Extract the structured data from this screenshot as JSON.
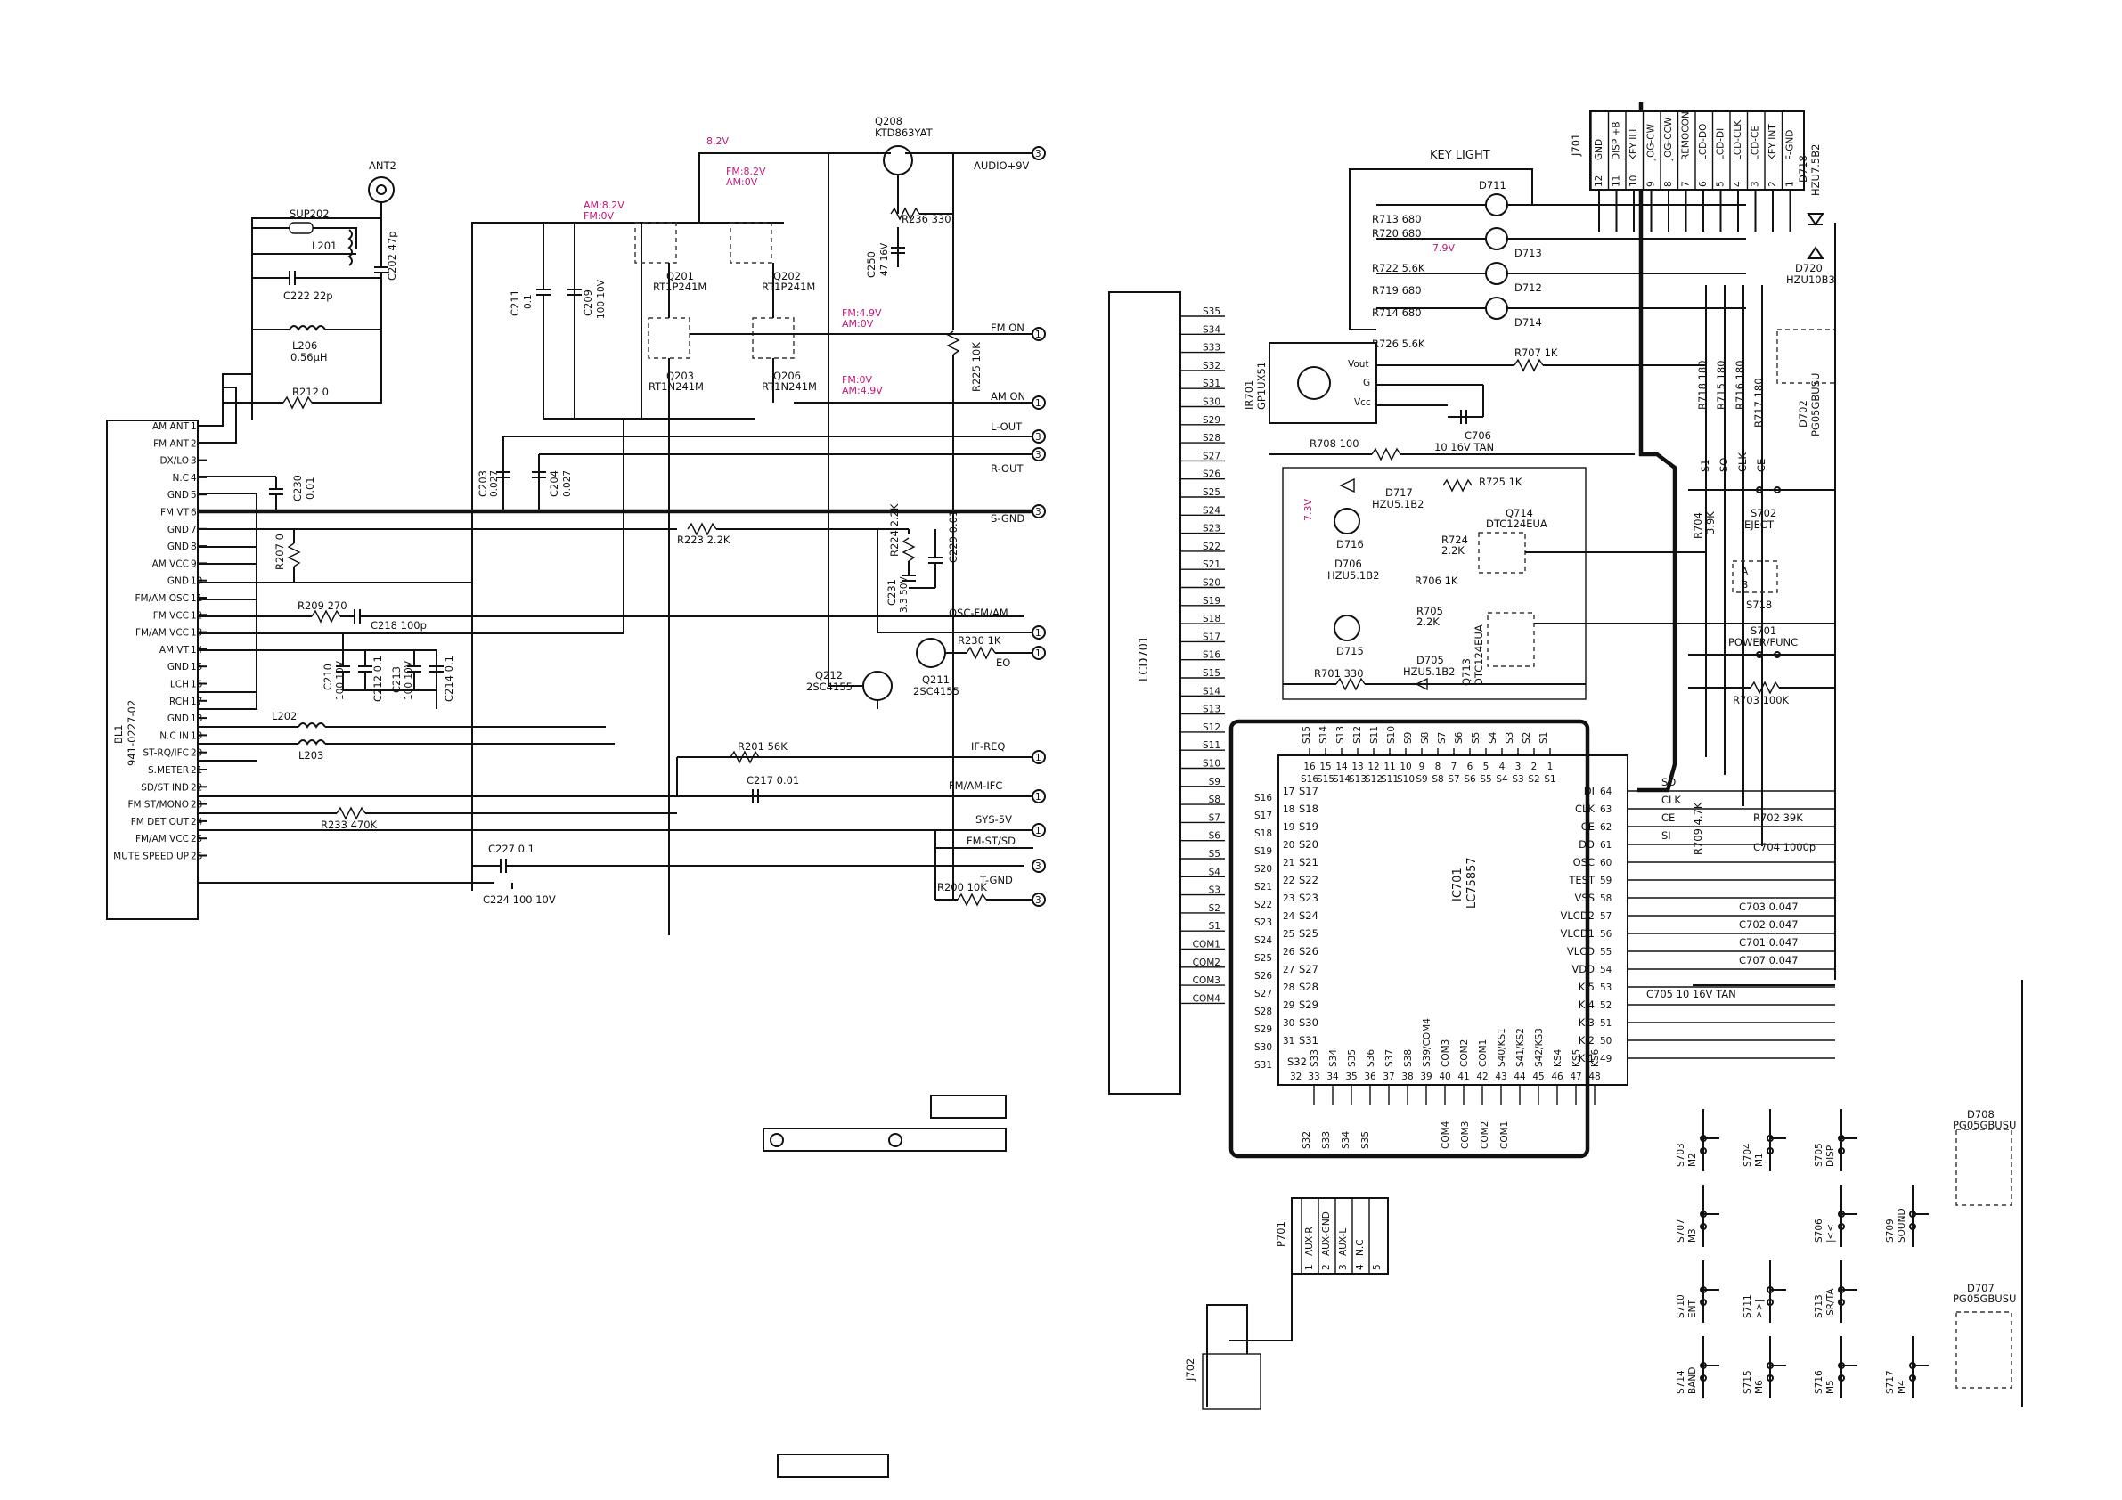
{
  "colors": {
    "ink": "#111111",
    "paper": "#ffffff",
    "voltage_note": "#c0187a"
  },
  "tuner": {
    "module_ref": "BL1",
    "module_part": "941-0227-02",
    "antenna": "ANT2",
    "pins": [
      {
        "n": "1",
        "label": "AM ANT"
      },
      {
        "n": "2",
        "label": "FM ANT"
      },
      {
        "n": "3",
        "label": "DX/LO"
      },
      {
        "n": "4",
        "label": "N.C"
      },
      {
        "n": "5",
        "label": "GND"
      },
      {
        "n": "6",
        "label": "FM VT"
      },
      {
        "n": "7",
        "label": "GND"
      },
      {
        "n": "8",
        "label": "GND"
      },
      {
        "n": "9",
        "label": "AM VCC"
      },
      {
        "n": "10",
        "label": "GND"
      },
      {
        "n": "11",
        "label": "FM/AM OSC"
      },
      {
        "n": "12",
        "label": "FM VCC"
      },
      {
        "n": "13",
        "label": "FM/AM VCC"
      },
      {
        "n": "14",
        "label": "AM VT"
      },
      {
        "n": "15",
        "label": "GND"
      },
      {
        "n": "16",
        "label": "LCH"
      },
      {
        "n": "17",
        "label": "RCH"
      },
      {
        "n": "18",
        "label": "GND"
      },
      {
        "n": "19",
        "label": "N.C IN"
      },
      {
        "n": "20",
        "label": "ST-RQ/IFC"
      },
      {
        "n": "21",
        "label": "S.METER"
      },
      {
        "n": "22",
        "label": "SD/ST IND"
      },
      {
        "n": "23",
        "label": "FM ST/MONO"
      },
      {
        "n": "24",
        "label": "FM DET OUT"
      },
      {
        "n": "25",
        "label": "FM/AM VCC"
      },
      {
        "n": "26",
        "label": "MUTE SPEED UP"
      }
    ]
  },
  "parts": {
    "SUP202": "SUP202",
    "L201": "L201",
    "C222": "C222 22p",
    "C202": "C202 47p",
    "L206": "L206",
    "L206v": "0.56μH",
    "R212": "R212 0",
    "C230": "C230",
    "C230v": "0.01",
    "R207": "R207 0",
    "R209": "R209 270",
    "C218": "C218 100p",
    "C210": "C210",
    "C210v": "100 10V",
    "C212": "C212 0.1",
    "C213": "C213",
    "C213v": "100 10V",
    "C214": "C214 0.1",
    "L202": "L202",
    "L203": "L203",
    "R233": "R233 470K",
    "C211": "C211",
    "C211v": "0.1",
    "C209": "C209",
    "C209v": "100 10V",
    "C203": "C203",
    "C203v": "0.027",
    "C204": "C204",
    "C204v": "0.027",
    "R223": "R223 2.2K",
    "Q201": "Q201",
    "Q201p": "RT1P241M",
    "Q202": "Q202",
    "Q202p": "RT1P241M",
    "Q203": "Q203",
    "Q203p": "RT1N241M",
    "Q206": "Q206",
    "Q206p": "RT1N241M",
    "Q208": "Q208",
    "Q208p": "KTD863YAT",
    "R236": "R236 330",
    "C250": "C250",
    "C250v": "47 16V",
    "R225": "R225 10K",
    "R224": "R224 2.2K",
    "C229": "C229 0.01",
    "C231": "C231",
    "C231v": "3.3 50V",
    "R230": "R230 1K",
    "Q212": "Q212",
    "Q212p": "2SC4155",
    "Q211": "Q211",
    "Q211p": "2SC4155",
    "R201": "R201 56K",
    "C217": "C217 0.01",
    "C227": "C227 0.1",
    "C224": "C224 100 10V",
    "R200": "R200 10K"
  },
  "voltage_notes": {
    "v1": "8.2V",
    "v2a": "AM:8.2V",
    "v2b": "FM:0V",
    "v3a": "FM:8.2V",
    "v3b": "AM:0V",
    "v4a": "FM:4.9V",
    "v4b": "AM:0V",
    "v5a": "FM:0V",
    "v5b": "AM:4.9V",
    "v6": "7.9V",
    "v7": "7.3V"
  },
  "outputs": [
    {
      "label": "AUDIO+9V",
      "n": "3"
    },
    {
      "label": "FM ON",
      "n": "1"
    },
    {
      "label": "AM ON",
      "n": "1"
    },
    {
      "label": "L-OUT",
      "n": "3"
    },
    {
      "label": "R-OUT",
      "n": "3"
    },
    {
      "label": "S-GND",
      "n": "3"
    },
    {
      "label": "OSC-FM/AM",
      "n": "1"
    },
    {
      "label": "EO",
      "n": "1"
    },
    {
      "label": "IF-REQ",
      "n": "1"
    },
    {
      "label": "FM/AM-IFC",
      "n": "1"
    },
    {
      "label": "SYS-5V",
      "n": "1"
    },
    {
      "label": "FM-ST/SD",
      "n": "3"
    },
    {
      "label": "T-GND",
      "n": "3"
    },
    {
      "label": "",
      "n": "3"
    }
  ],
  "lcd": {
    "ref": "LCD701",
    "pins": [
      "S35",
      "S34",
      "S33",
      "S32",
      "S31",
      "S30",
      "S29",
      "S28",
      "S27",
      "S26",
      "S25",
      "S24",
      "S23",
      "S22",
      "S21",
      "S20",
      "S19",
      "S18",
      "S17",
      "S16",
      "S15",
      "S14",
      "S13",
      "S12",
      "S11",
      "S10",
      "S9",
      "S8",
      "S7",
      "S6",
      "S5",
      "S4",
      "S3",
      "S2",
      "S1",
      "COM1",
      "COM2",
      "COM3",
      "COM4"
    ]
  },
  "ic": {
    "ref": "IC701",
    "part": "LC75857",
    "top_labels": [
      "S15",
      "S14",
      "S13",
      "S12",
      "S11",
      "S10",
      "S9",
      "S8",
      "S7",
      "S6",
      "S5",
      "S4",
      "S3",
      "S2",
      "S1"
    ],
    "top_rows": [
      {
        "pin": "16",
        "sig": "S16"
      },
      {
        "pin": "15",
        "sig": "S15"
      },
      {
        "pin": "14",
        "sig": "S14"
      },
      {
        "pin": "13",
        "sig": "S13"
      },
      {
        "pin": "12",
        "sig": "S12"
      },
      {
        "pin": "11",
        "sig": "S11"
      },
      {
        "pin": "10",
        "sig": "S10"
      },
      {
        "pin": "9",
        "sig": "S9"
      },
      {
        "pin": "8",
        "sig": "S8"
      },
      {
        "pin": "7",
        "sig": "S7"
      },
      {
        "pin": "6",
        "sig": "S6"
      },
      {
        "pin": "5",
        "sig": "S5"
      },
      {
        "pin": "4",
        "sig": "S4"
      },
      {
        "pin": "3",
        "sig": "S3"
      },
      {
        "pin": "2",
        "sig": "S2"
      },
      {
        "pin": "1",
        "sig": "S1"
      }
    ],
    "left_outer": [
      "S16",
      "S17",
      "S18",
      "S19",
      "S20",
      "S21",
      "S22",
      "S23",
      "S24",
      "S25",
      "S26",
      "S27",
      "S28",
      "S29",
      "S30",
      "S31"
    ],
    "left_rows": [
      {
        "pin": "17",
        "sig": "S17"
      },
      {
        "pin": "18",
        "sig": "S18"
      },
      {
        "pin": "19",
        "sig": "S19"
      },
      {
        "pin": "20",
        "sig": "S20"
      },
      {
        "pin": "21",
        "sig": "S21"
      },
      {
        "pin": "22",
        "sig": "S22"
      },
      {
        "pin": "23",
        "sig": "S23"
      },
      {
        "pin": "24",
        "sig": "S24"
      },
      {
        "pin": "25",
        "sig": "S25"
      },
      {
        "pin": "26",
        "sig": "S26"
      },
      {
        "pin": "27",
        "sig": "S27"
      },
      {
        "pin": "28",
        "sig": "S28"
      },
      {
        "pin": "29",
        "sig": "S29"
      },
      {
        "pin": "30",
        "sig": "S30"
      },
      {
        "pin": "31",
        "sig": "S31"
      }
    ],
    "right_rows": [
      {
        "pin": "64",
        "sig": "DI"
      },
      {
        "pin": "63",
        "sig": "CLK"
      },
      {
        "pin": "62",
        "sig": "CE"
      },
      {
        "pin": "61",
        "sig": "DO"
      },
      {
        "pin": "60",
        "sig": "OSC"
      },
      {
        "pin": "59",
        "sig": "TEST"
      },
      {
        "pin": "58",
        "sig": "VSS"
      },
      {
        "pin": "57",
        "sig": "VLCD2"
      },
      {
        "pin": "56",
        "sig": "VLCD1"
      },
      {
        "pin": "55",
        "sig": "VLCD"
      },
      {
        "pin": "54",
        "sig": "VDD"
      },
      {
        "pin": "53",
        "sig": "KI5"
      },
      {
        "pin": "52",
        "sig": "KI4"
      },
      {
        "pin": "51",
        "sig": "KI3"
      },
      {
        "pin": "50",
        "sig": "KI2"
      },
      {
        "pin": "49",
        "sig": "KI1"
      }
    ],
    "bottom_rows": [
      {
        "pin": "33",
        "sig": "S33"
      },
      {
        "pin": "34",
        "sig": "S34"
      },
      {
        "pin": "35",
        "sig": "S35"
      },
      {
        "pin": "36",
        "sig": "S36"
      },
      {
        "pin": "37",
        "sig": "S37"
      },
      {
        "pin": "38",
        "sig": "S38"
      },
      {
        "pin": "39",
        "sig": "S39/COM4"
      },
      {
        "pin": "40",
        "sig": "COM3"
      },
      {
        "pin": "41",
        "sig": "COM2"
      },
      {
        "pin": "42",
        "sig": "COM1"
      },
      {
        "pin": "43",
        "sig": "S40/KS1"
      },
      {
        "pin": "44",
        "sig": "S41/KS2"
      },
      {
        "pin": "45",
        "sig": "S42/KS3"
      },
      {
        "pin": "46",
        "sig": "KS4"
      },
      {
        "pin": "47",
        "sig": "KS5"
      },
      {
        "pin": "48",
        "sig": "KS6"
      }
    ],
    "pin32": "32",
    "pin32sig": "S32",
    "bottom_outer": [
      "S32",
      "S33",
      "S34",
      "S35",
      "COM4",
      "COM3",
      "COM2",
      "COM1"
    ],
    "bus": [
      "SO",
      "CLK",
      "CE",
      "SI"
    ]
  },
  "j701": {
    "ref": "J701",
    "pins": [
      {
        "n": "12",
        "label": "GND"
      },
      {
        "n": "11",
        "label": "DISP +B"
      },
      {
        "n": "10",
        "label": "KEY ILL"
      },
      {
        "n": "9",
        "label": "JOG-CW"
      },
      {
        "n": "8",
        "label": "JOG-CCW"
      },
      {
        "n": "7",
        "label": "REMOCON"
      },
      {
        "n": "6",
        "label": "LCD-DO"
      },
      {
        "n": "5",
        "label": "LCD-DI"
      },
      {
        "n": "4",
        "label": "LCD-CLK"
      },
      {
        "n": "3",
        "label": "LCD-CE"
      },
      {
        "n": "2",
        "label": "KEY INT"
      },
      {
        "n": "1",
        "label": "F-GND"
      }
    ]
  },
  "key_light": {
    "title": "KEY LIGHT",
    "parts": {
      "R713": "R713 680",
      "R720": "R720 680",
      "R722": "R722 5.6K",
      "R719": "R719 680",
      "R714": "R714 680",
      "R726": "R726 5.6K",
      "D711": "D711",
      "D713": "D713",
      "D712": "D712",
      "D714": "D714"
    }
  },
  "display_parts": {
    "IR701": "IR701",
    "IR701p": "GP1UX51",
    "vout": "Vout",
    "g": "G",
    "vcc": "Vcc",
    "R707": "R707 1K",
    "C706": "C706",
    "C706v": "10 16V TAN",
    "R708": "R708 100",
    "D717": "D717",
    "D717p": "HZU5.1B2",
    "R725": "R725 1K",
    "Q714": "Q714",
    "Q714p": "DTC124EUA",
    "D716": "D716",
    "R724": "R724",
    "R724v": "2.2K",
    "D706": "D706",
    "D706p": "HZU5.1B2",
    "R706": "R706 1K",
    "R705": "R705",
    "R705v": "2.2K",
    "Q713": "Q713",
    "Q713p": "DTC124EUA",
    "D715": "D715",
    "D705": "D705",
    "D705p": "HZU5.1B2",
    "R701": "R701 330",
    "D718": "D718",
    "D718p": "HZU7.5B2",
    "D720": "D720",
    "D720p": "HZU10B3",
    "D702": "D702",
    "D702p": "PG05GBUSU",
    "R718": "R718 180",
    "R715": "R715 180",
    "R716": "R716 180",
    "R717": "R717 180",
    "S1": "S1",
    "SO": "SO",
    "CLK": "CLK",
    "CE": "CE",
    "R704": "R704",
    "R704v": "3.9K",
    "S702": "S702",
    "S702n": "EJECT",
    "S718": "S718",
    "S701": "S701",
    "S701n": "POWER/FUNC",
    "R703": "R703 100K",
    "R709": "R709 4.7K",
    "R702": "R702 39K",
    "C704": "C704 1000p",
    "C703": "C703 0.047",
    "C702": "C702 0.047",
    "C701": "C701 0.047",
    "C707": "C707 0.047",
    "C705": "C705 10 16V TAN",
    "D708": "D708",
    "D708p": "PG05GBUSU",
    "D707": "D707",
    "D707p": "PG05GBUSU",
    "sw_a": "A",
    "sw_b": "B"
  },
  "switches": [
    {
      "ref": "S703",
      "name": "M2"
    },
    {
      "ref": "S704",
      "name": "M1"
    },
    {
      "ref": "S705",
      "name": "DISP"
    },
    {
      "ref": "S707",
      "name": "M3"
    },
    {
      "ref": "S706",
      "name": "|<<"
    },
    {
      "ref": "S709",
      "name": "SOUND"
    },
    {
      "ref": "S710",
      "name": "ENT"
    },
    {
      "ref": "S711",
      "name": ">>|"
    },
    {
      "ref": "S713",
      "name": "ISR/TA"
    },
    {
      "ref": "S714",
      "name": "BAND"
    },
    {
      "ref": "S715",
      "name": "M6"
    },
    {
      "ref": "S716",
      "name": "M5"
    },
    {
      "ref": "S717",
      "name": "M4"
    }
  ],
  "aux": {
    "ref": "P701",
    "jack": "J702",
    "pins": [
      {
        "n": "1",
        "label": "AUX-R"
      },
      {
        "n": "2",
        "label": "AUX-GND"
      },
      {
        "n": "3",
        "label": "AUX-L"
      },
      {
        "n": "4",
        "label": "N.C"
      },
      {
        "n": "5",
        "label": ""
      }
    ]
  }
}
